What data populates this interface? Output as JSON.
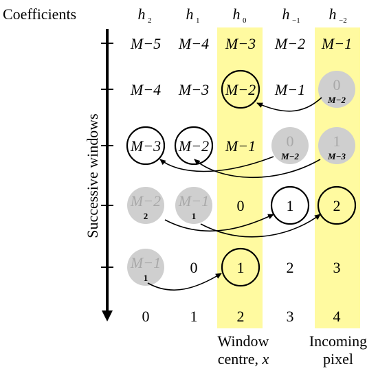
{
  "coefficients_label": "Coefficients",
  "axis_label": "Successive windows",
  "headers": [
    {
      "base": "h",
      "sub": "2"
    },
    {
      "base": "h",
      "sub": "1"
    },
    {
      "base": "h",
      "sub": "0"
    },
    {
      "base": "h",
      "sub": "−1"
    },
    {
      "base": "h",
      "sub": "−2"
    }
  ],
  "rows": [
    [
      {
        "main": "M−5"
      },
      {
        "main": "M−4"
      },
      {
        "main": "M−3"
      },
      {
        "main": "M−2"
      },
      {
        "main": "M−1"
      }
    ],
    [
      {
        "main": "M−4"
      },
      {
        "main": "M−3"
      },
      {
        "main": "M−2",
        "ring": true
      },
      {
        "main": "M−1"
      },
      {
        "main": "0",
        "grey": true,
        "sub": "M−2"
      }
    ],
    [
      {
        "main": "M−3",
        "ring": true
      },
      {
        "main": "M−2",
        "ring": true
      },
      {
        "main": "M−1"
      },
      {
        "main": "0",
        "grey": true,
        "sub": "M−2"
      },
      {
        "main": "1",
        "grey": true,
        "sub": "M−3"
      }
    ],
    [
      {
        "main": "M−2",
        "grey": true,
        "sub": "2"
      },
      {
        "main": "M−1",
        "grey": true,
        "sub": "1"
      },
      {
        "main": "0"
      },
      {
        "main": "1",
        "ring": true
      },
      {
        "main": "2",
        "ring": true
      }
    ],
    [
      {
        "main": "M−1",
        "grey": true,
        "sub": "1"
      },
      {
        "main": "0"
      },
      {
        "main": "1",
        "ring": true
      },
      {
        "main": "2"
      },
      {
        "main": "3"
      }
    ]
  ],
  "bottom_row": [
    "0",
    "1",
    "2",
    "3",
    "4"
  ],
  "caption_window": {
    "line1": "Window",
    "line2_prefix": "centre, ",
    "line2_var": "x"
  },
  "caption_incoming": {
    "line1": "Incoming",
    "line2": "pixel"
  },
  "colors": {
    "highlight": "#fffaa0",
    "grey_circle": "#cfcfcf",
    "grey_text": "#a8a8a8",
    "ink": "#000000"
  }
}
